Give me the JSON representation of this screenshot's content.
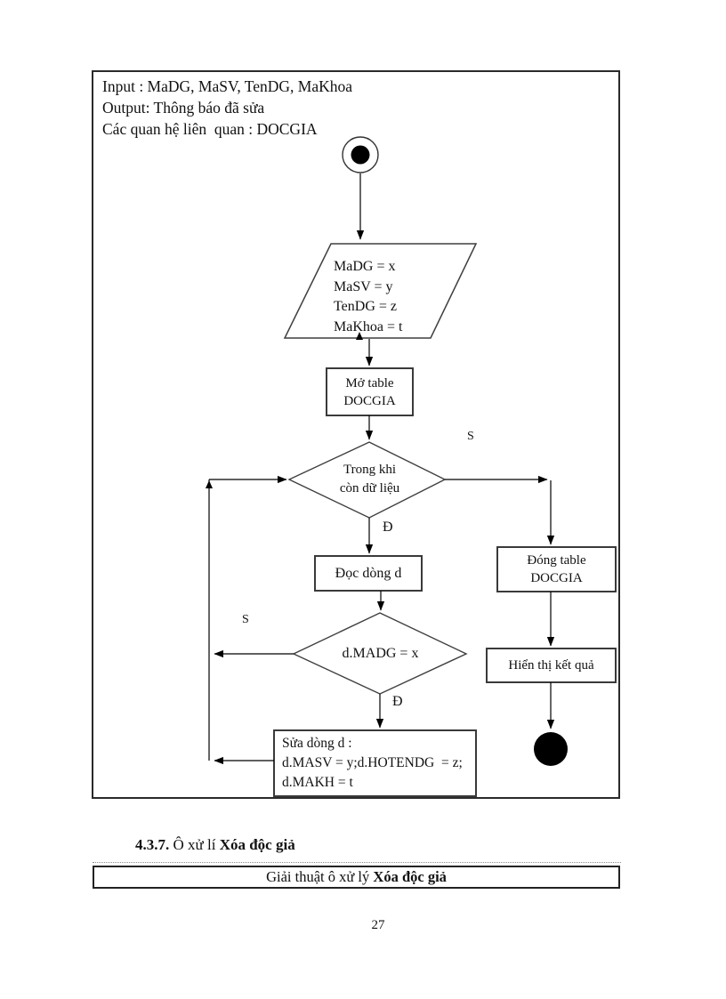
{
  "page": {
    "number": "27"
  },
  "colors": {
    "ink": "#111111",
    "line": "#000000",
    "shape_border": "#3f3f3f"
  },
  "flowchart": {
    "header_lines": [
      "Input : MaDG, MaSV, TenDG, MaKhoa",
      "Output: Thông báo đã sửa",
      "Các quan hệ liên  quan : DOCGIA"
    ],
    "input_assign": {
      "lines": [
        "MaDG = x",
        "MaSV = y",
        "TenDG = z",
        "MaKhoa = t"
      ]
    },
    "open_table": {
      "line1": "Mở table",
      "line2": "DOCGIA"
    },
    "while_condition": {
      "line1": "Trong khi",
      "line2": "còn dữ liệu"
    },
    "read_row": "Đọc dòng d",
    "match_condition": "d.MADG = x",
    "update_row": {
      "lines": [
        "Sửa dòng d :",
        "d.MASV = y;d.HOTENDG  = z;",
        "d.MAKH = t"
      ]
    },
    "close_table": {
      "line1": "Đóng table",
      "line2": "DOCGIA"
    },
    "show_result": "Hiển thị kết quả",
    "labels": {
      "true_while": "Đ",
      "false_while": "S",
      "true_match": "Đ",
      "false_match": "S"
    }
  },
  "section": {
    "number": "4.3.7.",
    "mid": " Ô xử lí ",
    "bold": "Xóa độc giả"
  },
  "caption": {
    "prefix": "Giải thuật ô xử lý ",
    "bold": "Xóa độc giả"
  }
}
